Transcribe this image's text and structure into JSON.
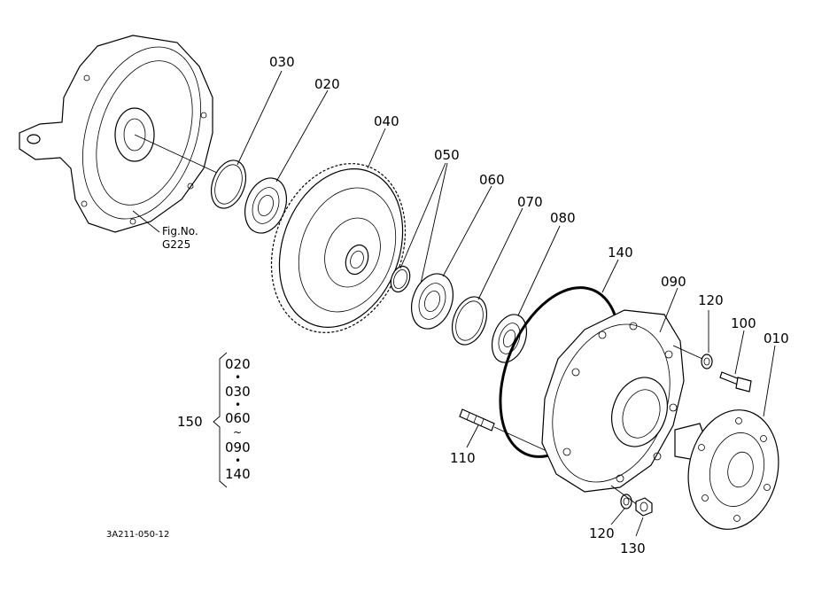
{
  "labels": {
    "p030": "030",
    "p020": "020",
    "p040": "040",
    "p050": "050",
    "p060": "060",
    "p070": "070",
    "p080": "080",
    "p140": "140",
    "p090": "090",
    "p120_top": "120",
    "p100": "100",
    "p010": "010",
    "p110": "110",
    "p120_bottom": "120",
    "p130": "130"
  },
  "figure_reference": {
    "line1": "Fig.No.",
    "line2": "G225"
  },
  "kit": {
    "number": "150",
    "items": [
      "020",
      "030",
      "060",
      "090",
      "140"
    ],
    "separators": [
      "•",
      "•",
      "~",
      "•"
    ]
  },
  "drawing_code": "3A211-050-12"
}
